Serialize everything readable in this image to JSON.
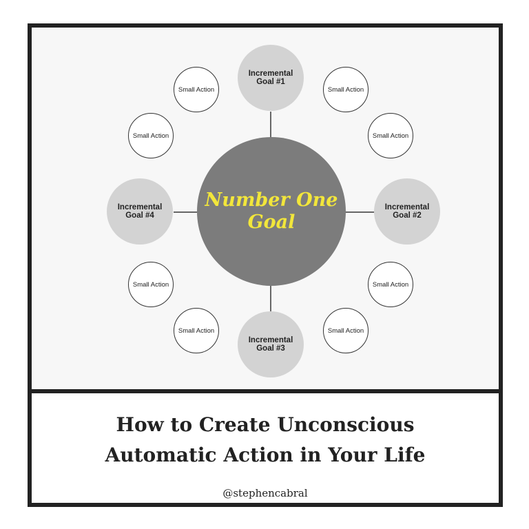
{
  "diagram": {
    "center": {
      "label": "Number One Goal"
    },
    "incremental_goals": [
      {
        "line1": "Incremental",
        "line2": "Goal #1"
      },
      {
        "line1": "Incremental",
        "line2": "Goal #2"
      },
      {
        "line1": "Incremental",
        "line2": "Goal #3"
      },
      {
        "line1": "Incremental",
        "line2": "Goal #4"
      }
    ],
    "small_actions": [
      "Small Action",
      "Small Action",
      "Small Action",
      "Small Action",
      "Small Action",
      "Small Action",
      "Small Action",
      "Small Action"
    ]
  },
  "caption": {
    "title_line1": "How to Create Unconscious",
    "title_line2": "Automatic Action in Your Life",
    "handle": "@stephencabral"
  },
  "colors": {
    "frame": "#222222",
    "center_fill": "#7c7c7c",
    "center_text": "#f2e63b",
    "goal_fill": "#d3d3d3",
    "action_border": "#333333"
  }
}
